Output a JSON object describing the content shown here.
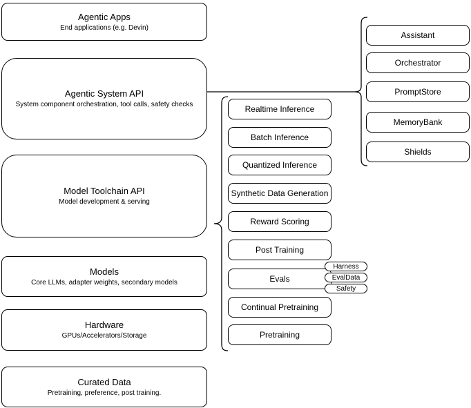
{
  "diagram": {
    "layers": [
      {
        "title": "Agentic Apps",
        "subtitle": "End applications (e.g. Devin)"
      },
      {
        "title": "Agentic System API",
        "subtitle": "System component orchestration, tool calls, safety checks"
      },
      {
        "title": "Model Toolchain API",
        "subtitle": "Model development & serving"
      },
      {
        "title": "Models",
        "subtitle": "Core LLMs, adapter weights, secondary models"
      },
      {
        "title": "Hardware",
        "subtitle": "GPUs/Accelerators/Storage"
      },
      {
        "title": "Curated Data",
        "subtitle": "Pretraining, preference, post training."
      }
    ],
    "toolchain_items": [
      "Realtime Inference",
      "Batch Inference",
      "Quantized Inference",
      "Synthetic Data Generation",
      "Reward Scoring",
      "Post Training",
      "Evals",
      "Continual Pretraining",
      "Pretraining"
    ],
    "evals_tags": [
      "Harness",
      "EvalData",
      "Safety"
    ],
    "system_components": [
      "Assistant",
      "Orchestrator",
      "PromptStore",
      "MemoryBank",
      "Shields"
    ],
    "colors": {
      "stroke": "#000000",
      "background": "#ffffff",
      "text": "#000000"
    }
  }
}
